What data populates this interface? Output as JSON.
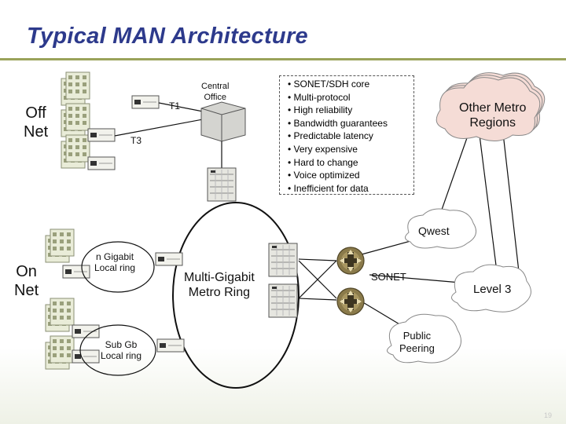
{
  "title": "Typical MAN Architecture",
  "labels": {
    "off_net": "Off\nNet",
    "on_net": "On\nNet",
    "t1": "T1",
    "t3": "T3",
    "central_office": "Central\nOffice",
    "n_gigabit": "n Gigabit\nLocal ring",
    "sub_gb": "Sub Gb\nLocal ring",
    "multi_gigabit": "Multi-Gigabit\nMetro Ring",
    "sonet": "SONET"
  },
  "clouds": {
    "other_metro": "Other Metro\nRegions",
    "qwest": "Qwest",
    "level3": "Level 3",
    "public_peering": "Public\nPeering"
  },
  "bullets": [
    "• SONET/SDH core",
    "• Multi-protocol",
    "• High reliability",
    "• Bandwidth guarantees",
    "• Predictable latency",
    "• Very expensive",
    "• Hard to change",
    "• Voice optimized",
    "• Inefficient for data"
  ],
  "page_number": "19",
  "colors": {
    "title": "#2d3a8c",
    "rule": "#9aa35a",
    "cloud_fill": "#ffffff",
    "other_metro_fill": "#f5dcd6",
    "router": "#8a7a4a"
  }
}
